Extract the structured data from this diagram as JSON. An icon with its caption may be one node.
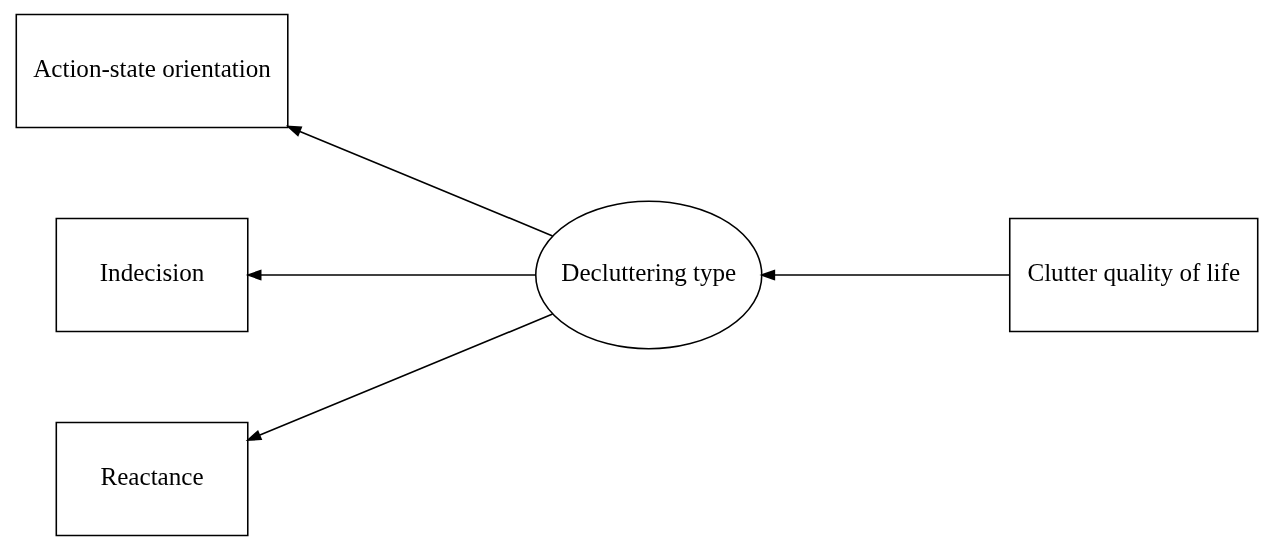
{
  "diagram": {
    "nodes": [
      {
        "text": [
          "Action-state orientation"
        ]
      },
      {
        "text": [
          "Indecision"
        ]
      },
      {
        "text": [
          "Reactance"
        ]
      },
      {
        "text": [
          "Decluttering type"
        ]
      },
      {
        "text": [
          "Clutter quality of life"
        ]
      }
    ],
    "edges": [
      {
        "from": 3,
        "to": 0,
        "arrow": "to"
      },
      {
        "from": 3,
        "to": 1,
        "arrow": "to"
      },
      {
        "from": 3,
        "to": 2,
        "arrow": "to"
      },
      {
        "from": 4,
        "to": 3,
        "arrow": "to"
      }
    ]
  }
}
